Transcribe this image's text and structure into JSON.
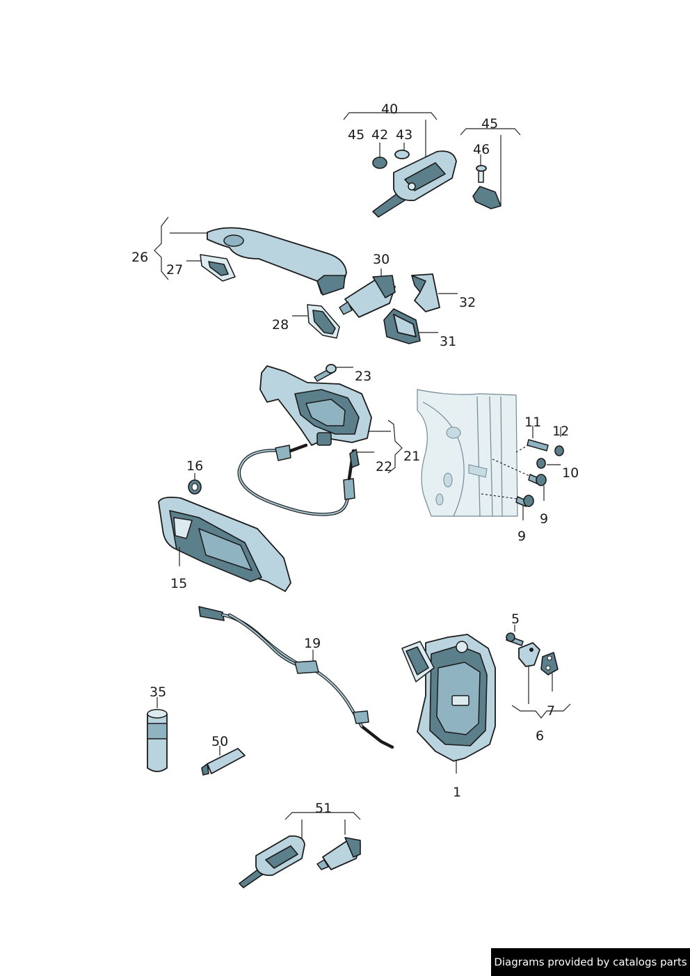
{
  "footer": {
    "credit": "Diagrams provided by catalogs parts"
  },
  "callouts": {
    "c40": "40",
    "c45a": "45",
    "c42": "42",
    "c43": "43",
    "c45b": "45",
    "c46": "46",
    "c26": "26",
    "c27": "27",
    "c30": "30",
    "c32": "32",
    "c28": "28",
    "c31": "31",
    "c23": "23",
    "c21": "21",
    "c22": "22",
    "c11": "11",
    "c12": "12",
    "c10": "10",
    "c9a": "9",
    "c9b": "9",
    "c16": "16",
    "c15": "15",
    "c19": "19",
    "c5": "5",
    "c7": "7",
    "c6": "6",
    "c1": "1",
    "c35": "35",
    "c50": "50",
    "c51": "51"
  },
  "colors": {
    "part_fill": "#b9d4de",
    "part_dark": "#5c7f8c",
    "outline": "#1a1a1a"
  }
}
